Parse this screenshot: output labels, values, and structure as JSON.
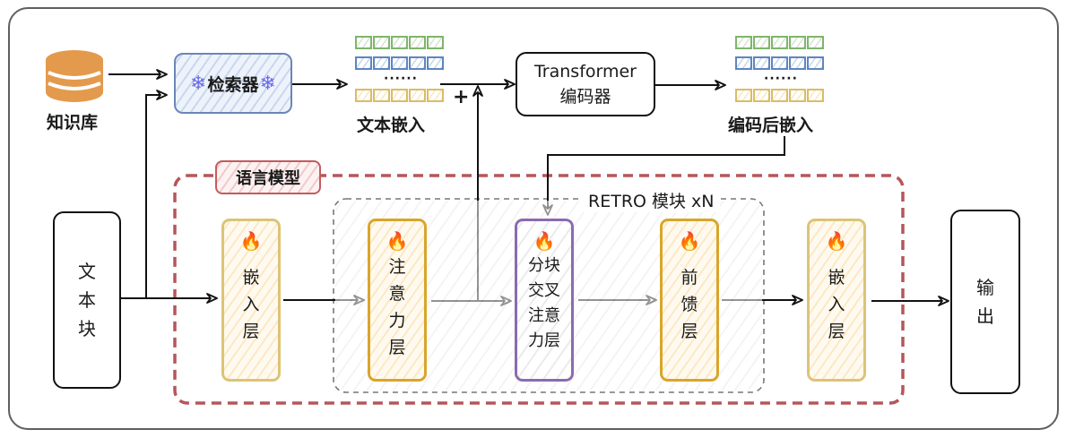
{
  "diagram": {
    "title": "RETRO architecture",
    "knowledge_base": {
      "label": "知识库",
      "icon": "database-icon"
    },
    "retriever": {
      "label": "检索器",
      "icon_left": "snowflake-icon",
      "icon_right": "snowflake-icon",
      "frozen_glyph": "❄"
    },
    "text_embedding": {
      "label": "文本嵌入",
      "dots": "······",
      "rows": [
        "green",
        "blue",
        "yellow"
      ]
    },
    "plus": "+",
    "encoder": {
      "line1": "Transformer",
      "line2": "编码器"
    },
    "encoded_embedding": {
      "label": "编码后嵌入",
      "dots": "······",
      "rows": [
        "green",
        "blue",
        "yellow"
      ]
    },
    "language_model": {
      "label": "语言模型"
    },
    "retro_block": {
      "label": "RETRO 模块 xN"
    },
    "text_chunk": {
      "label": "文本块"
    },
    "output": {
      "label": "输出"
    },
    "flame_glyph": "🔥",
    "layers": [
      {
        "id": "embedding-layer-in",
        "label": "嵌入层",
        "trainable": true
      },
      {
        "id": "attention-layer",
        "label": "注意力层",
        "trainable": true
      },
      {
        "id": "chunked-cross-attention-layer",
        "label": "分块交叉注意力层",
        "trainable": true
      },
      {
        "id": "feed-forward-layer",
        "label": "前馈层",
        "trainable": true
      },
      {
        "id": "embedding-layer-out",
        "label": "嵌入层",
        "trainable": true
      }
    ],
    "colors": {
      "database": "#e39a4c",
      "retriever_border": "#6b86b8",
      "snowflake": "#6a6be6",
      "emb_green": "#7fb56b",
      "emb_blue": "#5d86c2",
      "emb_yellow": "#dcbc62",
      "lm_dashed": "#b5565a",
      "lm_label_border": "#c45b5e",
      "retro_dashed": "#777777",
      "layer_gold": "#d9a52a",
      "layer_pale_gold": "#dcc477",
      "cca_purple": "#8a6bb0"
    }
  }
}
